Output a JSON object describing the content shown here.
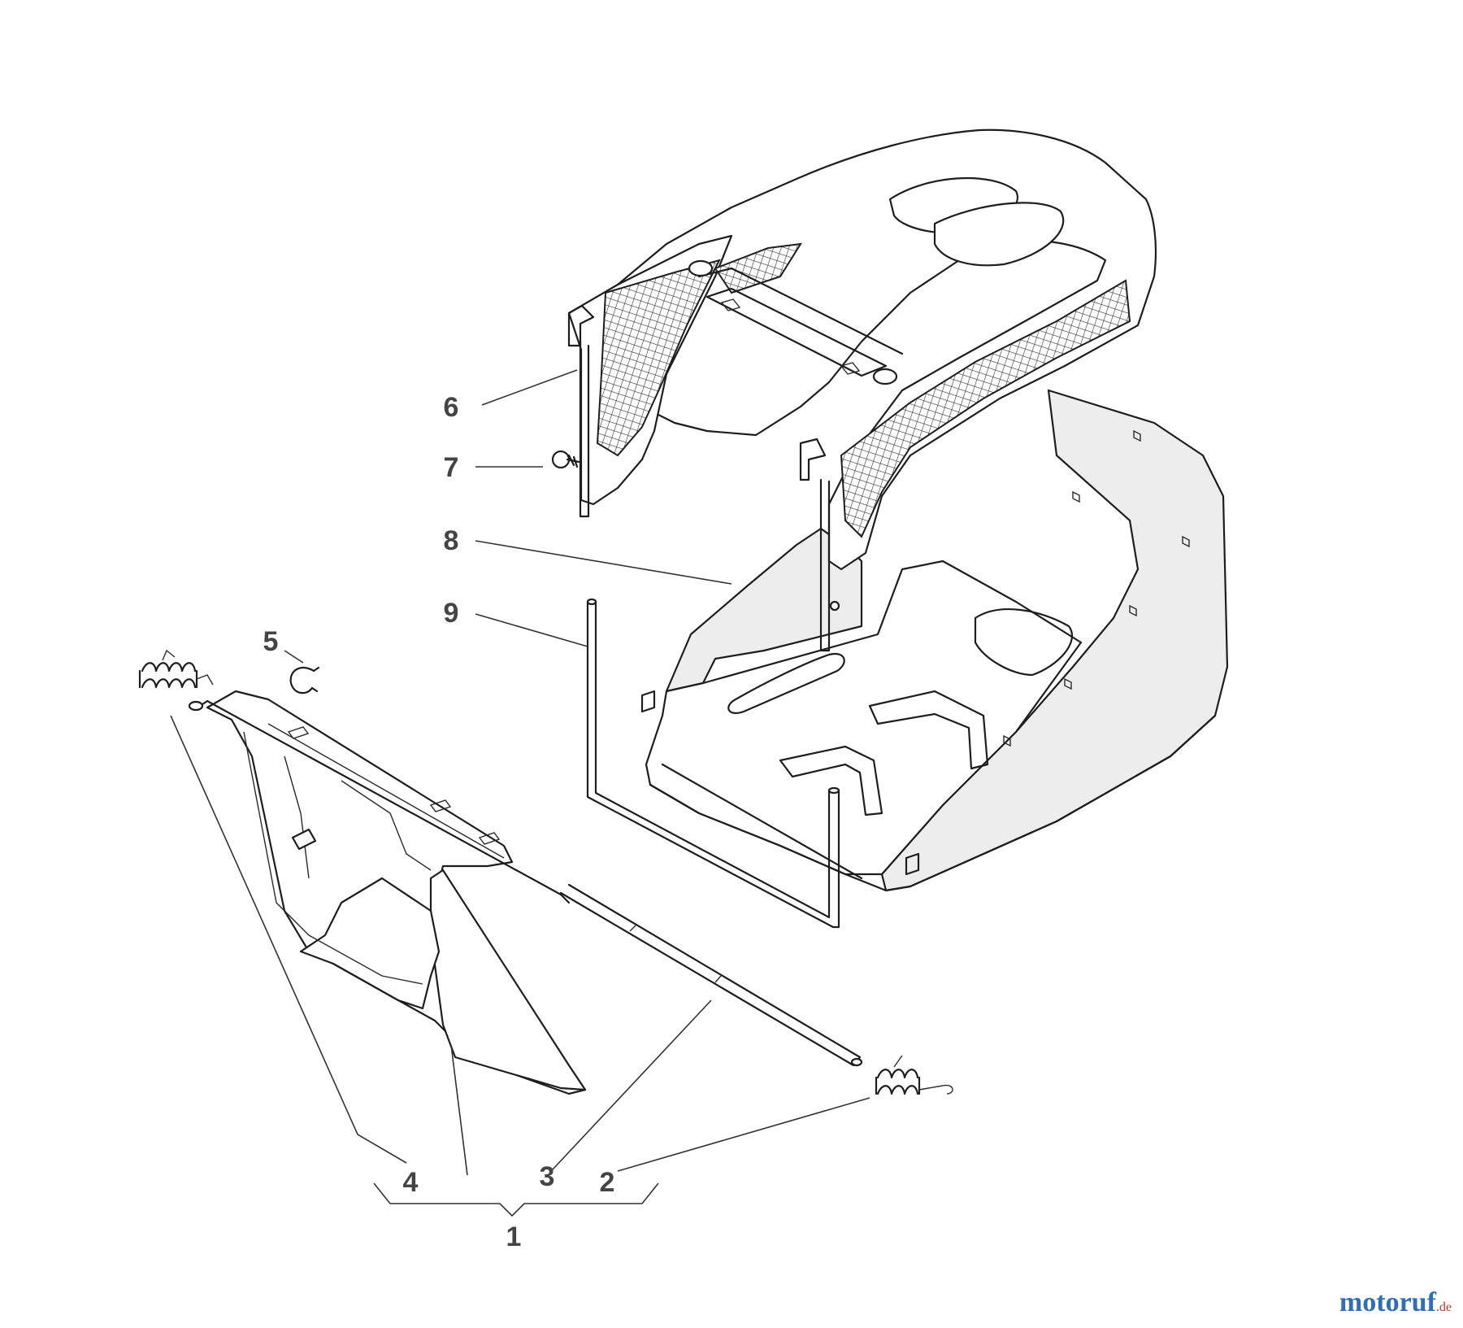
{
  "diagram": {
    "callouts": [
      {
        "id": "callout-1",
        "label": "1"
      },
      {
        "id": "callout-2",
        "label": "2"
      },
      {
        "id": "callout-3",
        "label": "3"
      },
      {
        "id": "callout-4",
        "label": "4"
      },
      {
        "id": "callout-5",
        "label": "5"
      },
      {
        "id": "callout-6",
        "label": "6"
      },
      {
        "id": "callout-7",
        "label": "7"
      },
      {
        "id": "callout-8",
        "label": "8"
      },
      {
        "id": "callout-9",
        "label": "9"
      }
    ]
  },
  "watermark": {
    "main": "motoruf",
    "suffix": ".de"
  },
  "colors": {
    "line": "#1e1e1e",
    "label": "#444444",
    "bag_fill": "#ededed",
    "watermark_blue": "#2e6fb5",
    "watermark_red": "#c0392b"
  }
}
